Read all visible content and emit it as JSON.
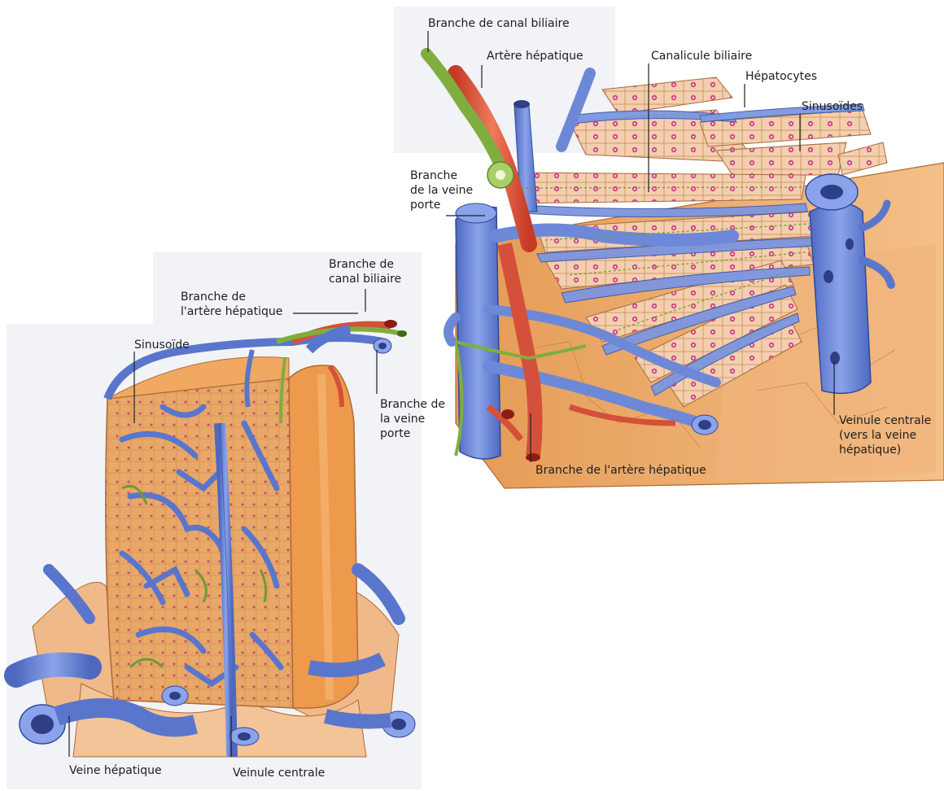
{
  "figure": {
    "left_panel": {
      "labels": {
        "sinusoide": "Sinusoïde",
        "branche_artere": [
          "Branche de",
          "l'artère hépatique"
        ],
        "branche_canal": [
          "Branche de",
          "canal biliaire"
        ],
        "branche_veine_porte": [
          "Branche de",
          "la veine porte"
        ],
        "veine_hepatique": "Veine hépatique",
        "veinule_centrale": "Veinule centrale"
      }
    },
    "right_panel": {
      "labels": {
        "branche_canal": "Branche de canal biliaire",
        "artere_hepatique": "Artère hépatique",
        "canalicule": "Canalicule biliaire",
        "hepatocytes": "Hépatocytes",
        "sinusoides": "Sinusoïdes",
        "branche_veine_porte": [
          "Branche",
          "de la veine",
          "porte"
        ],
        "veinule_centrale": [
          "Veinule centrale",
          "(vers la veine",
          "hépatique)"
        ],
        "branche_artere": "Branche de l'artère hépatique"
      }
    }
  },
  "colors": {
    "vein": "#6b86d6",
    "vein_dark": "#3d58a8",
    "artery": "#d8503a",
    "bile_duct": "#7fae3e",
    "hepatocyte": "#f2c9a8",
    "tissue": "#e9a15e",
    "nucleus": "#d0457f"
  }
}
